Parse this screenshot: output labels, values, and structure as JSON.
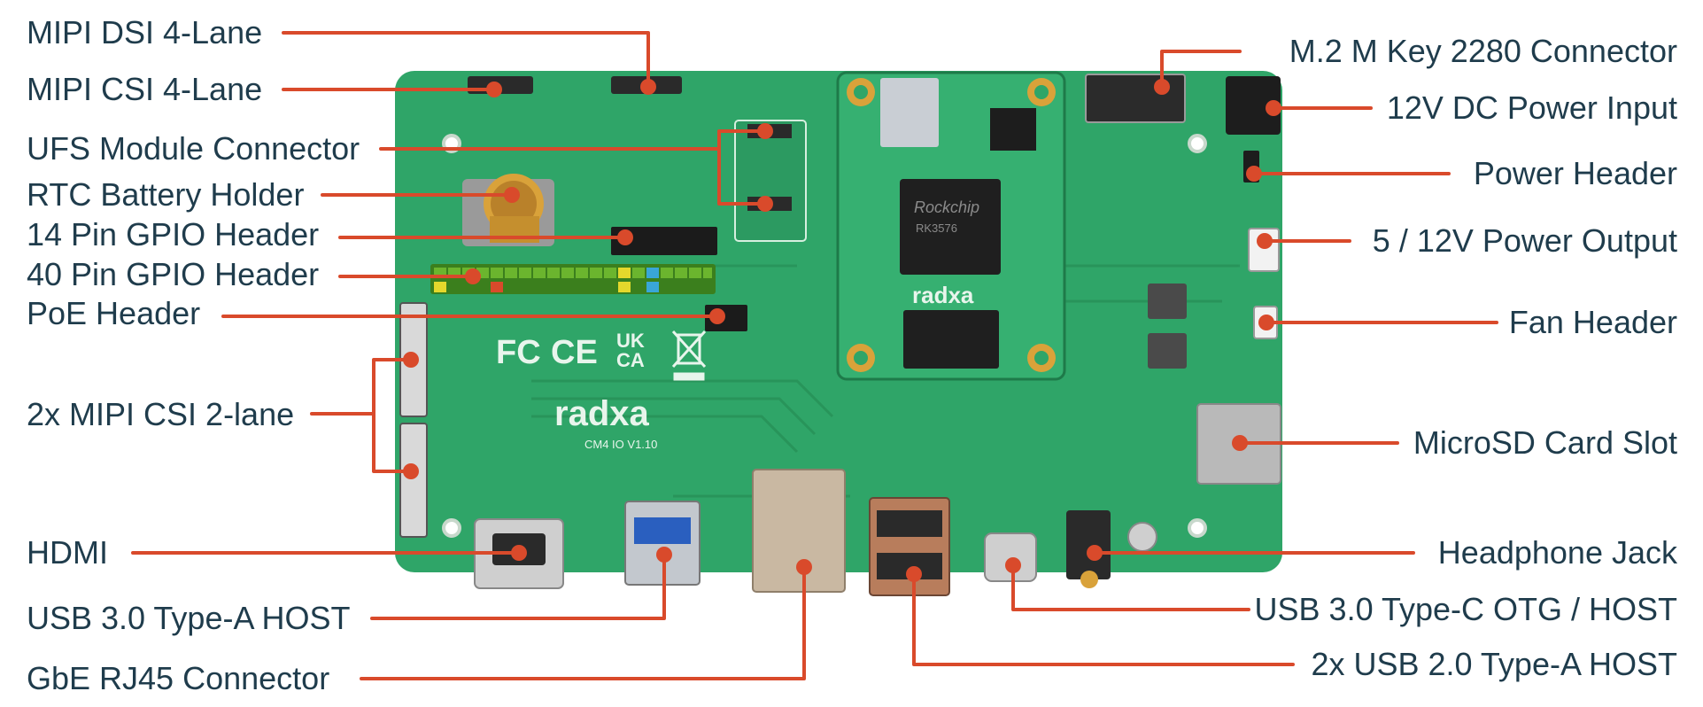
{
  "diagram": {
    "left_labels": [
      "MIPI DSI 4-Lane",
      "MIPI CSI 4-Lane",
      "UFS Module Connector",
      "RTC Battery Holder",
      "14 Pin GPIO Header",
      "40 Pin GPIO Header",
      "PoE Header",
      "2x MIPI CSI 2-lane",
      "HDMI",
      "USB 3.0 Type-A HOST",
      "GbE RJ45 Connector"
    ],
    "right_labels": [
      "M.2 M Key 2280 Connector",
      "12V DC Power Input",
      "Power Header",
      "5 / 12V Power Output",
      "Fan Header",
      "MicroSD Card Slot",
      "Headphone Jack",
      "USB 3.0 Type-C OTG / HOST",
      "2x USB 2.0 Type-A HOST"
    ]
  },
  "board": {
    "brand": "radxa",
    "model": "CM4 IO   V1.10",
    "marks": [
      "FC",
      "CE",
      "UK",
      "CA"
    ],
    "module": {
      "brand": "radxa",
      "soc_brand": "Rockchip",
      "soc_model": "RK3576"
    }
  },
  "colors": {
    "leader": "#d94a2b",
    "label_text": "#1f3c4c",
    "pcb_green": "#2fa568"
  }
}
